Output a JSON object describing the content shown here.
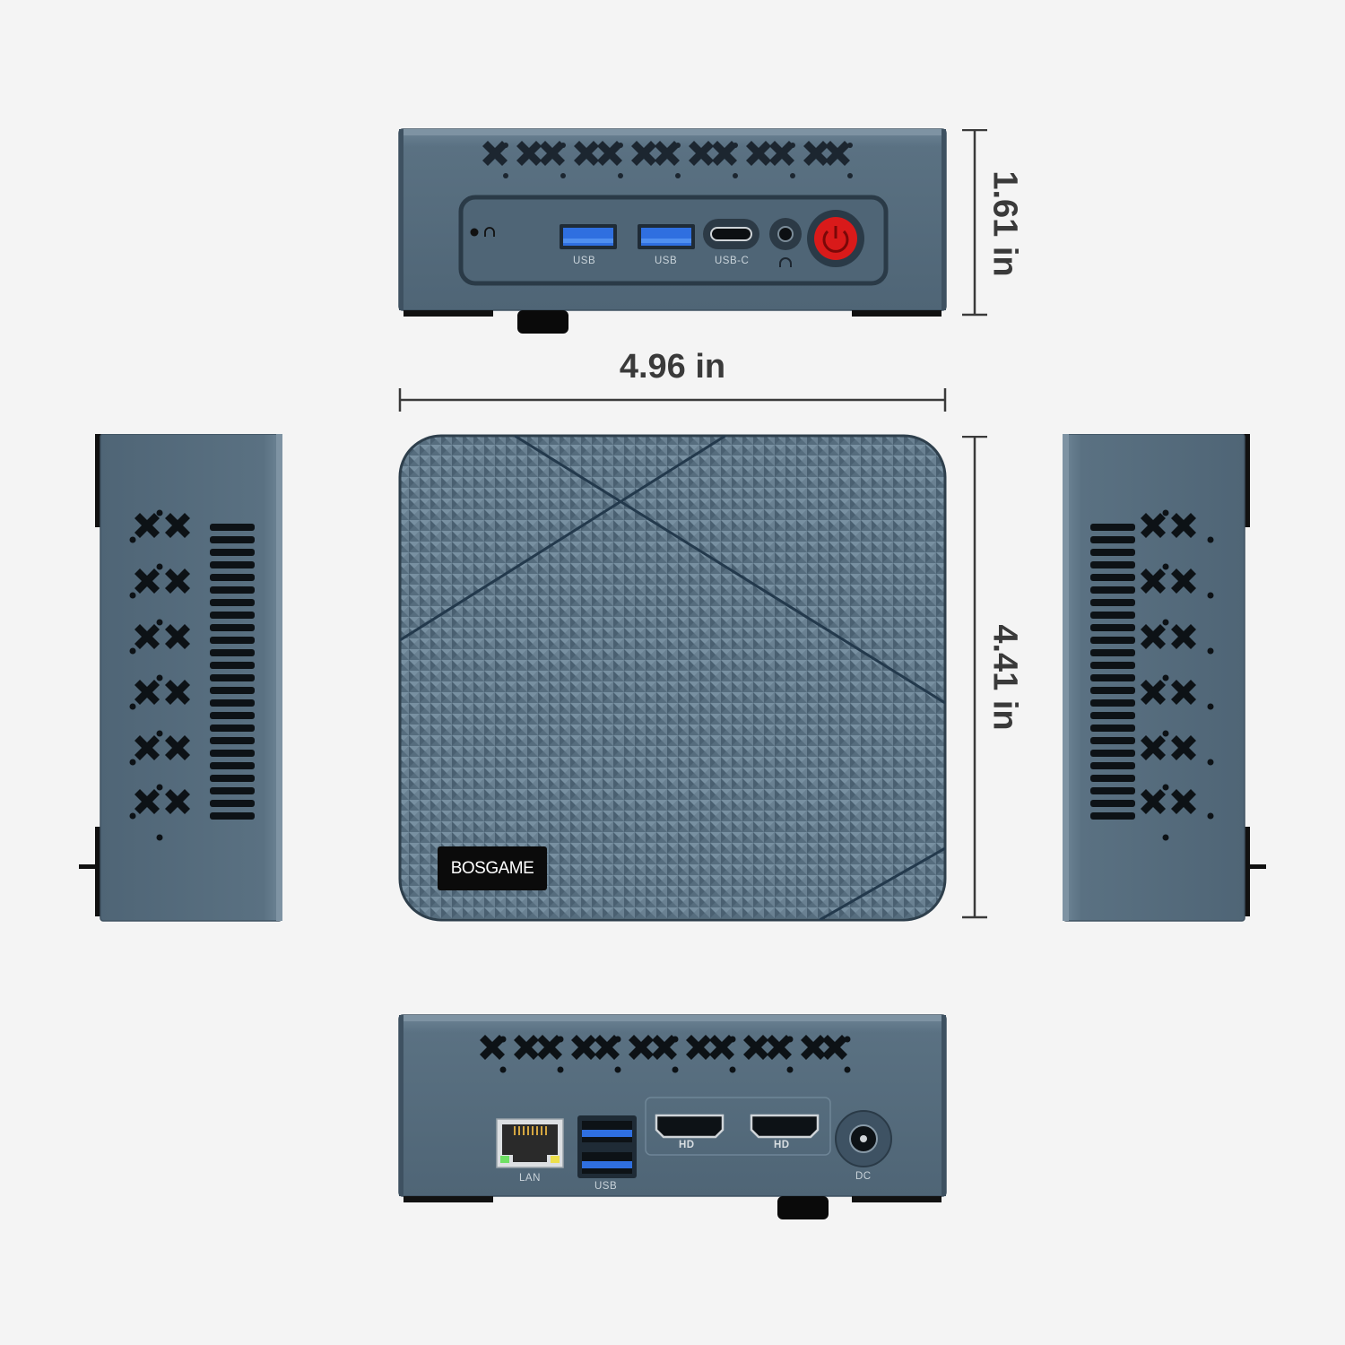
{
  "dimensions": {
    "width": "4.96 in",
    "height": "1.61 in",
    "depth": "4.41 in"
  },
  "brand": {
    "logo_text": "BOSGAME"
  },
  "front_panel": {
    "ports": [
      "USB",
      "USB",
      "USB-C"
    ]
  },
  "rear_panel": {
    "ports": [
      "LAN",
      "USB",
      "HD",
      "HD",
      "DC"
    ]
  },
  "colors": {
    "background": "#f4f4f4",
    "chassis": "#546b7d",
    "usb_blue": "#2f6fe0",
    "power_red": "#d91a1a"
  }
}
